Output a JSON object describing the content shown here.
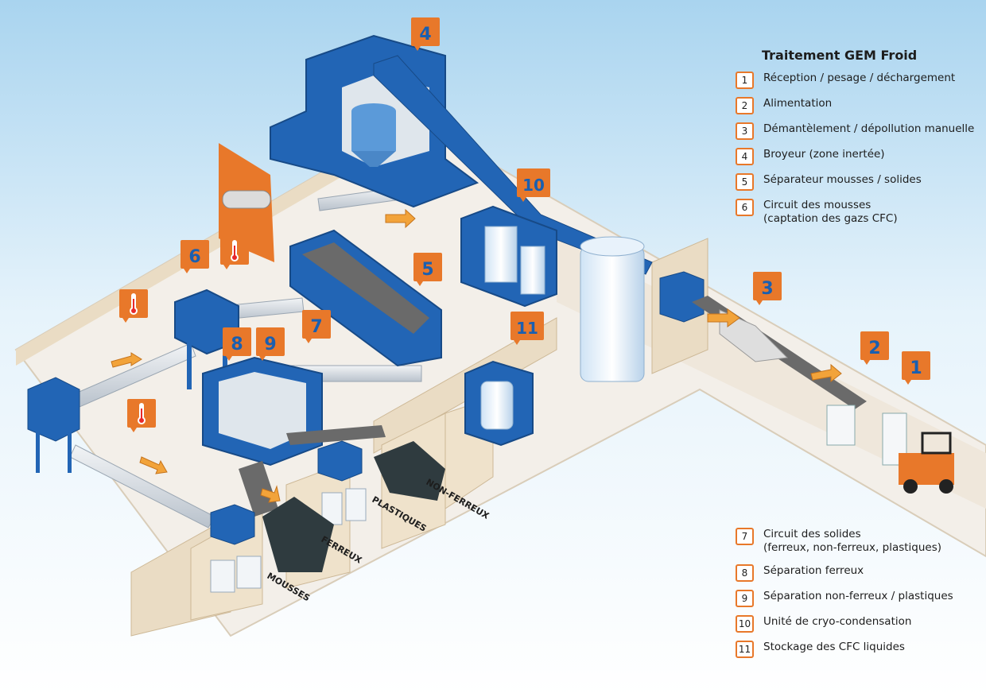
{
  "legend": {
    "title": "Traitement GEM Froid",
    "items": [
      {
        "num": "1",
        "text": "Réception / pesage / déchargement"
      },
      {
        "num": "2",
        "text": "Alimentation"
      },
      {
        "num": "3",
        "text": "Démantèlement / dépollution manuelle"
      },
      {
        "num": "4",
        "text": "Broyeur (zone inertée)"
      },
      {
        "num": "5",
        "text": "Séparateur mousses / solides"
      },
      {
        "num": "6",
        "text": "Circuit des mousses\n(captation des gazs CFC)"
      },
      {
        "num": "7",
        "text": "Circuit des solides\n(ferreux, non-ferreux, plastiques)"
      },
      {
        "num": "8",
        "text": "Séparation ferreux"
      },
      {
        "num": "9",
        "text": "Séparation non-ferreux / plastiques"
      },
      {
        "num": "10",
        "text": "Unité de cryo-condensation"
      },
      {
        "num": "11",
        "text": "Stockage des CFC liquides"
      }
    ]
  },
  "bins": {
    "mousses": "MOUSSES",
    "ferreux": "FERREUX",
    "plastiques": "PLASTIQUES",
    "non_ferreux": "NON-FERREUX"
  },
  "badges": {
    "b1": "1",
    "b2": "2",
    "b3": "3",
    "b4": "4",
    "b5": "5",
    "b6": "6",
    "b7": "7",
    "b8": "8",
    "b9": "9",
    "b10": "10",
    "b11": "11"
  },
  "icons": {
    "thermometer": "thermometer-icon"
  },
  "colors": {
    "sky_top": "#a9d4ef",
    "floor": "#f3efe9",
    "wall": "#eadcc4",
    "machine_blue": "#2265b5",
    "machine_light": "#5b9ad9",
    "accent_orange": "#e8782a",
    "duct": "#cfd6de"
  }
}
